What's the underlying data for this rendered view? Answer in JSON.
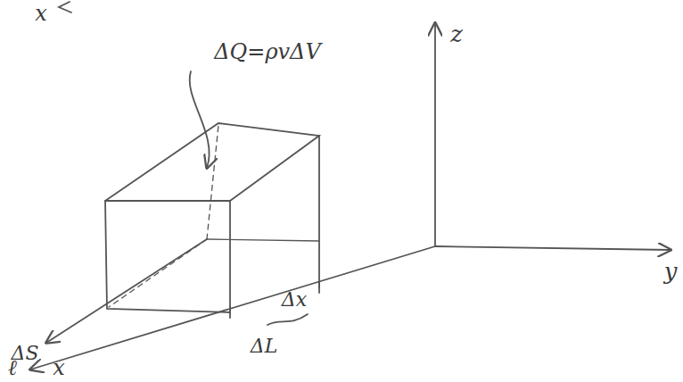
{
  "diagram": {
    "labels": [
      "x",
      "ΔQ=ρvΔV",
      "z",
      "y",
      "ΔS",
      "ΔL",
      "Δx",
      "ℓ",
      "x"
    ]
  }
}
